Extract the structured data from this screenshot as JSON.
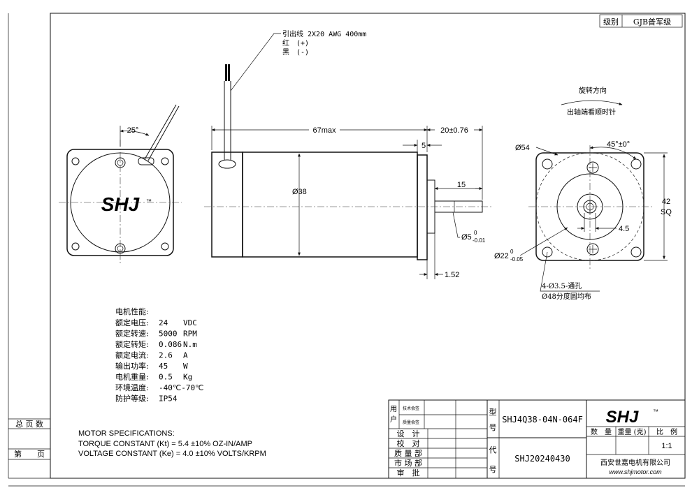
{
  "grade": {
    "label": "级别",
    "value": "GJB普军级"
  },
  "lead_wire": {
    "title": "引出线 2X20 AWG 400mm",
    "red": "红　(+)",
    "black": "黑　(-)"
  },
  "rotation": {
    "title": "旋转方向",
    "subtitle": "出轴端看顺时针"
  },
  "dimensions": {
    "angle_25": "25°",
    "length_max": "67max",
    "shaft_len": "20±0.76",
    "dim_5": "5",
    "dim_15": "15",
    "dia_38": "Ø38",
    "shaft_dia": "Ø5",
    "shaft_tol_upper": "0",
    "shaft_tol_lower": "-0.01",
    "dim_152": "1.52",
    "dia_54": "Ø54",
    "angle_45": "45°±0°",
    "sq_42": "42",
    "sq_label": "SQ",
    "dim_45": "4.5",
    "pilot_dia": "Ø22",
    "pilot_tol_upper": "0",
    "pilot_tol_lower": "-0.05",
    "holes": "4-Ø3.5-通孔",
    "pcd": "Ø48分度圆均布"
  },
  "logo": {
    "text": "SHJ",
    "tm": "™"
  },
  "performance": {
    "title": "电机性能:",
    "rows": [
      {
        "label": "额定电压:",
        "value": "24",
        "unit": "VDC"
      },
      {
        "label": "额定转速:",
        "value": "5000",
        "unit": "RPM"
      },
      {
        "label": "额定转矩:",
        "value": "0.086",
        "unit": "N.m"
      },
      {
        "label": "额定电流:",
        "value": "2.6",
        "unit": "A"
      },
      {
        "label": "输出功率:",
        "value": "45",
        "unit": "W"
      },
      {
        "label": "电机重量:",
        "value": "0.5",
        "unit": "Kg"
      },
      {
        "label": "环境温度:",
        "value": "-40℃-70℃",
        "unit": ""
      },
      {
        "label": "防护等级:",
        "value": "IP54",
        "unit": ""
      }
    ]
  },
  "motor_specs": {
    "title": "MOTOR SPECIFICATIONS:",
    "torque": "TORQUE CONSTANT (Kt) = 5.4 ±10% OZ-IN/AMP",
    "voltage": "VOLTAGE CONSTANT (Ke) = 4.0 ±10% VOLTS/KRPM"
  },
  "side_labels": {
    "total_pages": "总 页 数",
    "page": "第　　页"
  },
  "title_block": {
    "user_label": "用户",
    "tech_sign": "技术会签",
    "quality_sign": "质量会签",
    "roles": [
      "设　计",
      "校　对",
      "质 量 部",
      "市 场 部",
      "审　批"
    ],
    "model_label": "型号",
    "model_value": "SHJ4Q38-04N-064F",
    "code_label": "代号",
    "code_value": "SHJ20240430",
    "headers": [
      "数　量",
      "重量 (克)",
      "比　例"
    ],
    "scale": "1:1",
    "company": "西安世嘉电机有限公司",
    "website": "www.shjmotor.com"
  }
}
